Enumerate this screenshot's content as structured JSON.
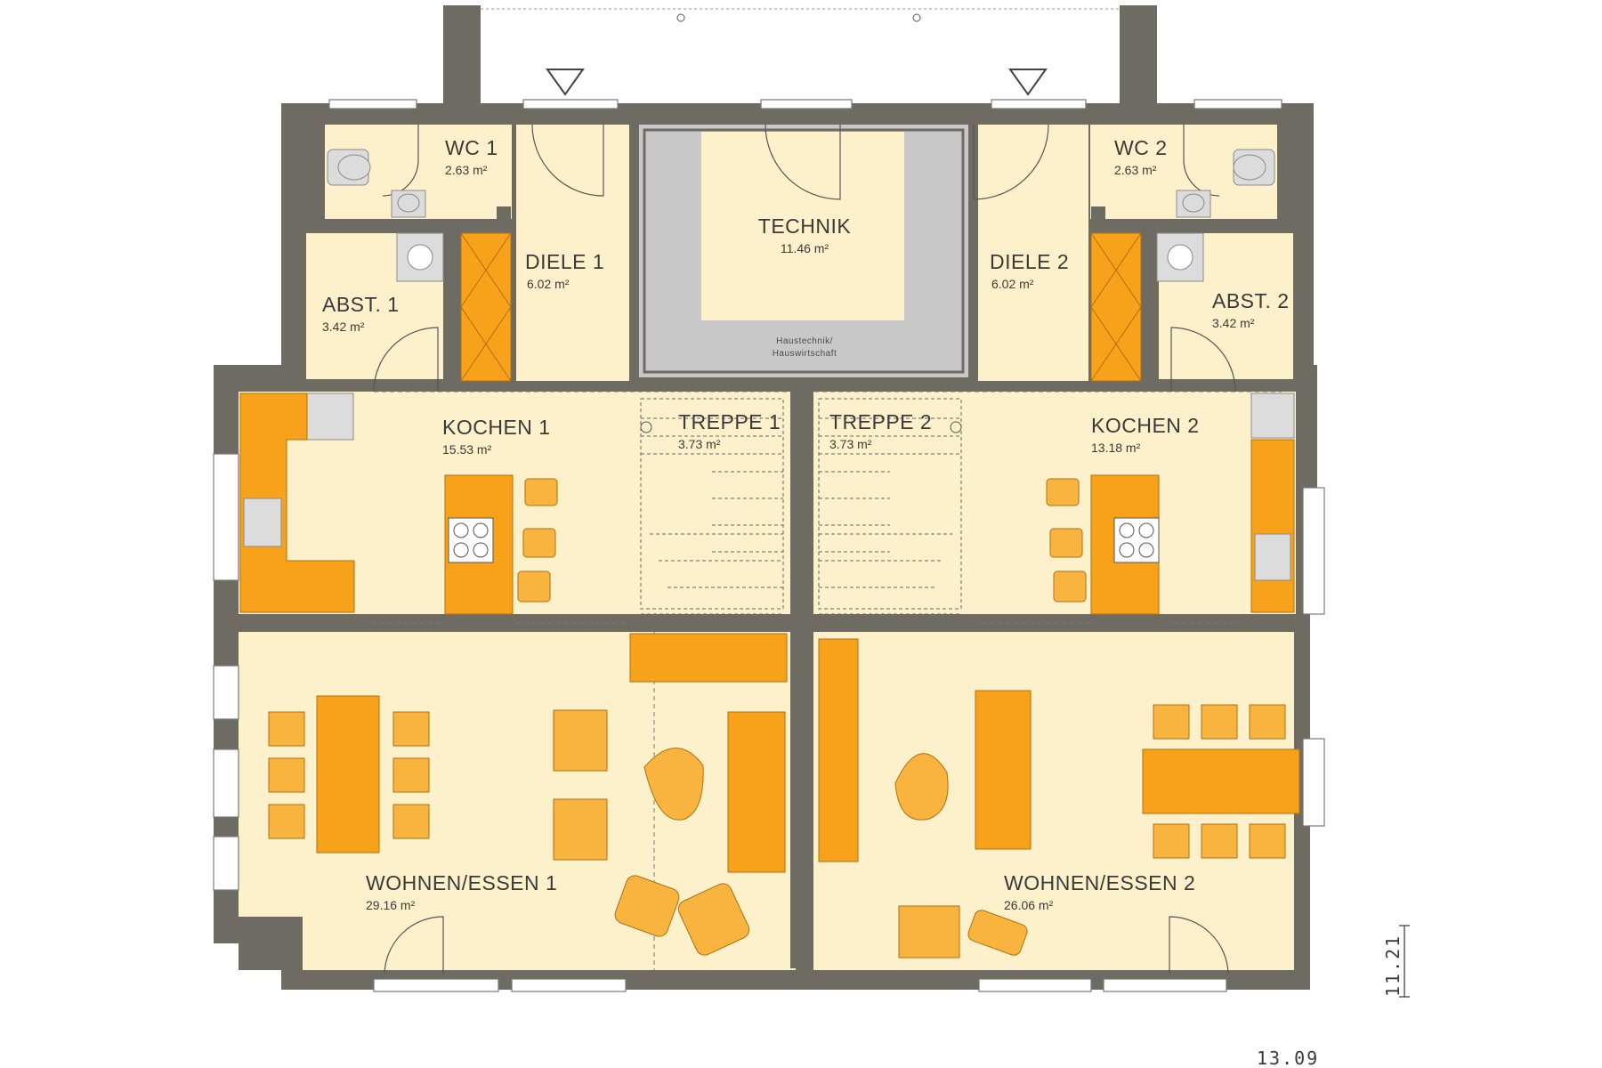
{
  "rooms": {
    "wc1": {
      "name": "WC 1",
      "area": "2.63 m²"
    },
    "wc2": {
      "name": "WC 2",
      "area": "2.63 m²"
    },
    "diele1": {
      "name": "DIELE 1",
      "area": "6.02 m²"
    },
    "diele2": {
      "name": "DIELE 2",
      "area": "6.02 m²"
    },
    "technik": {
      "name": "TECHNIK",
      "area": "11.46 m²",
      "note_line1": "Haustechnik/",
      "note_line2": "Hauswirtschaft"
    },
    "abst1": {
      "name": "ABST. 1",
      "area": "3.42 m²"
    },
    "abst2": {
      "name": "ABST. 2",
      "area": "3.42 m²"
    },
    "kochen1": {
      "name": "KOCHEN 1",
      "area": "15.53 m²"
    },
    "kochen2": {
      "name": "KOCHEN 2",
      "area": "13.18 m²"
    },
    "treppe1": {
      "name": "TREPPE 1",
      "area": "3.73 m²"
    },
    "treppe2": {
      "name": "TREPPE 2",
      "area": "3.73 m²"
    },
    "wohnen1": {
      "name": "WOHNEN/ESSEN 1",
      "area": "29.16 m²"
    },
    "wohnen2": {
      "name": "WOHNEN/ESSEN 2",
      "area": "26.06 m²"
    }
  },
  "dimensions": {
    "depth": "11.21",
    "width": "13.09"
  },
  "colors": {
    "wall": "#6e6b63",
    "floor": "#fdf1cc",
    "furniture": "#f7a21a",
    "technik_floor": "#c8c8c8"
  }
}
